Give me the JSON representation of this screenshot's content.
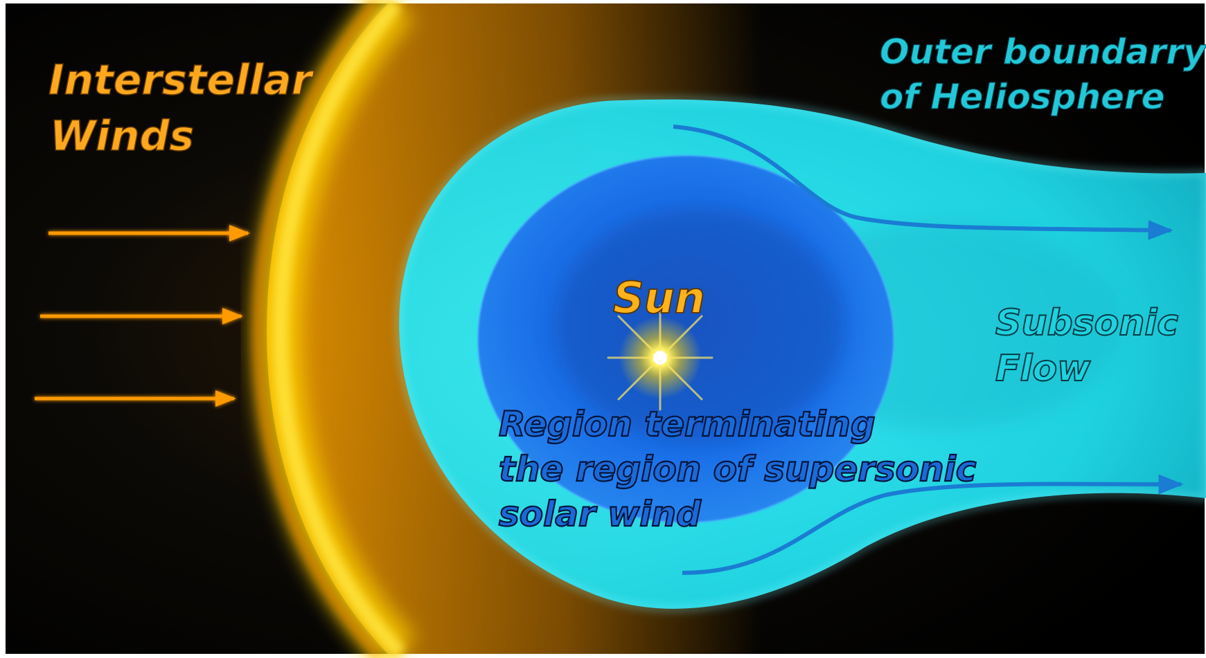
{
  "labels": {
    "interstellar_line1": "Interstellar",
    "interstellar_line2": "Winds",
    "outer_line1": "Outer boundarry",
    "outer_line2": "of Heliosphere",
    "sun": "Sun",
    "subsonic_line1": "Subsonic",
    "subsonic_line2": "Flow",
    "termination_line1": "Region terminating",
    "termination_line2": "the region of supersonic",
    "termination_line3": "solar wind"
  },
  "colors": {
    "background": "#000000",
    "border": "#ffffff",
    "bow_shock": "#ffa500",
    "bow_shock_bright": "#ffd400",
    "heliosheath": "#1ee6f0",
    "termination_region": "#1466e6",
    "sun_glow": "#fff46a",
    "interstellar_text": "#ffa81e",
    "outer_text": "#22c8d8",
    "sun_text": "#ffb21a",
    "subsonic_text": "#1ed2e0",
    "termination_text": "#1a6ad8",
    "wind_arrow": "#ff9a00",
    "flow_arrow": "#1a7cd2"
  },
  "icons": {
    "wind_arrows": "arrow-right-icon",
    "flow_arrows": "curved-arrow-icon",
    "sun": "star-burst-icon"
  }
}
